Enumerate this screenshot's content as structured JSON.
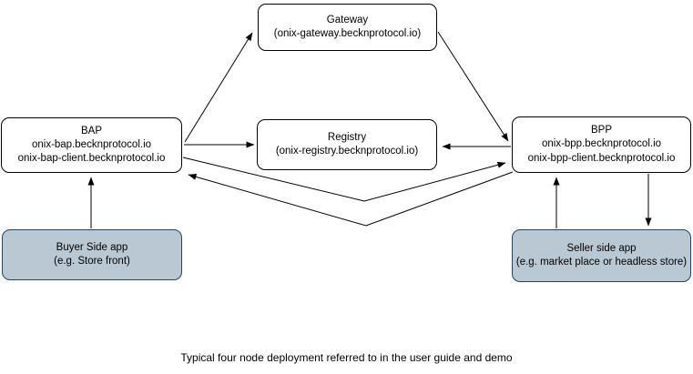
{
  "diagram": {
    "caption": "Typical four node deployment referred to in the user guide and demo",
    "nodes": {
      "gateway": {
        "lines": [
          "Gateway",
          "(onix-gateway.becknprotocol.io)"
        ]
      },
      "bap": {
        "lines": [
          "BAP",
          "onix-bap.becknprotocol.io",
          "onix-bap-client.becknprotocol.io"
        ]
      },
      "registry": {
        "lines": [
          "Registry",
          "(onix-registry.becknprotocol.io)"
        ]
      },
      "bpp": {
        "lines": [
          "BPP",
          "onix-bpp.becknprotocol.io",
          "onix-bpp-client.becknprotocol.io"
        ]
      },
      "buyer_app": {
        "lines": [
          "Buyer Side app",
          "(e.g. Store front)"
        ]
      },
      "seller_app": {
        "lines": [
          "Seller side app",
          "(e.g. market place or headless store)"
        ]
      }
    },
    "edges": [
      {
        "from": "bap",
        "to": "gateway",
        "direction": "one-way"
      },
      {
        "from": "gateway",
        "to": "bpp",
        "direction": "one-way"
      },
      {
        "from": "bap",
        "to": "registry",
        "direction": "one-way"
      },
      {
        "from": "bpp",
        "to": "registry",
        "direction": "one-way"
      },
      {
        "from": "bap",
        "to": "bpp",
        "direction": "one-way"
      },
      {
        "from": "bpp",
        "to": "bap",
        "direction": "one-way"
      },
      {
        "from": "buyer_app",
        "to": "bap",
        "direction": "one-way"
      },
      {
        "from": "seller_app",
        "to": "bpp",
        "direction": "one-way"
      },
      {
        "from": "bpp",
        "to": "seller_app",
        "direction": "one-way"
      }
    ],
    "colors": {
      "background": "#ffffff",
      "node_fill": "#ffffff",
      "node_border": "#000000",
      "app_fill": "#bac8d3",
      "app_border": "#23445d",
      "arrow": "#000000"
    }
  }
}
